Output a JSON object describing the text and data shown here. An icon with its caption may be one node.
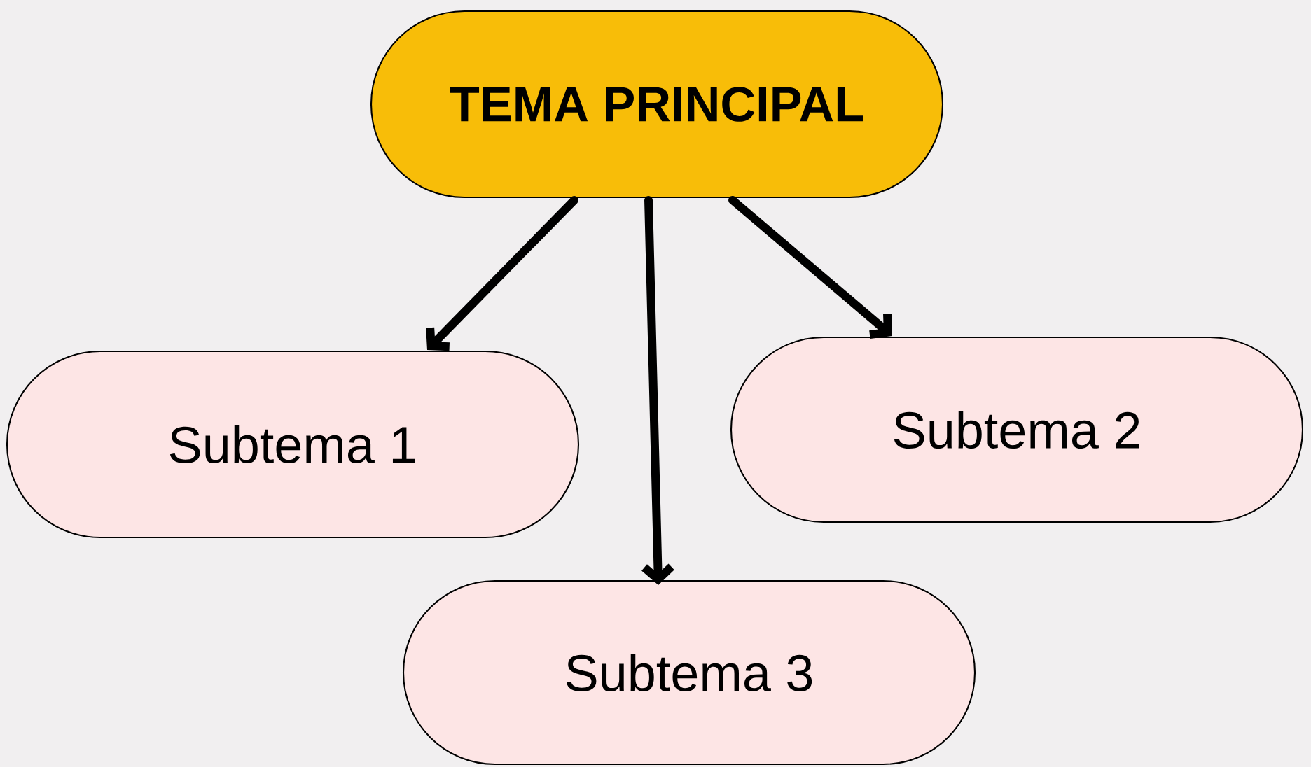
{
  "diagram": {
    "nodes": [
      {
        "text": [
          "TEMA PRINCIPAL"
        ]
      },
      {
        "text": [
          "Subtema 1"
        ]
      },
      {
        "text": [
          "Subtema 2"
        ]
      },
      {
        "text": [
          "Subtema 3"
        ]
      }
    ],
    "edges": [
      {
        "from": 0,
        "to": 1,
        "arrow": "to"
      },
      {
        "from": 0,
        "to": 2,
        "arrow": "to"
      },
      {
        "from": 0,
        "to": 3,
        "arrow": "to"
      }
    ]
  }
}
